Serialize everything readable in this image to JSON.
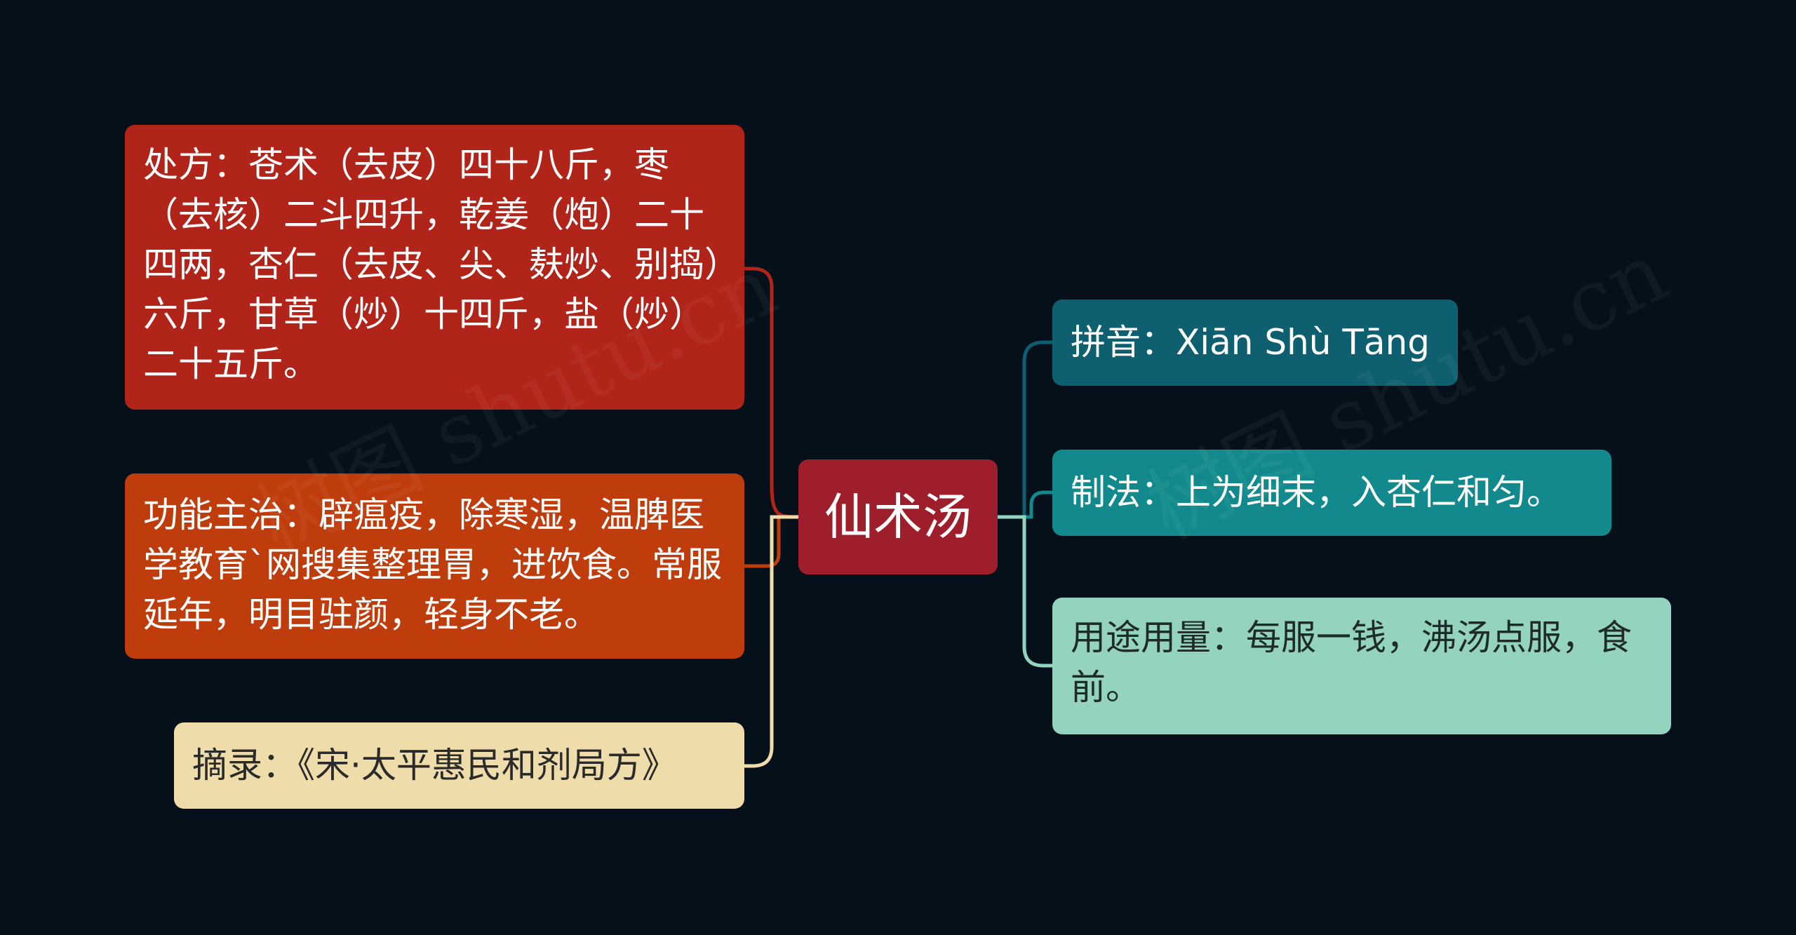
{
  "center": {
    "label": "仙术汤"
  },
  "left_nodes": [
    {
      "id": "recipe",
      "text": "处方：苍术（去皮）四十八斤，枣（去核）二斗四升，乾姜（炮）二十四两，杏仁（去皮、尖、麸炒、别捣）六斤，甘草（炒）十四斤，盐（炒）二十五斤。",
      "color": "#b12419"
    },
    {
      "id": "function",
      "text": "功能主治：辟瘟疫，除寒湿，温脾医学教育`网搜集整理胃，进饮食。常服延年，明目驻颜，轻身不老。",
      "color": "#bf3d0d"
    },
    {
      "id": "source",
      "text": "摘录：《宋·太平惠民和剂局方》",
      "color": "#efdcab"
    }
  ],
  "right_nodes": [
    {
      "id": "pinyin",
      "text": "拼音：Xiān Shù Tāng",
      "color": "#0e5f6f"
    },
    {
      "id": "method",
      "text": "制法：上为细末，入杏仁和匀。",
      "color": "#128a8d"
    },
    {
      "id": "usage",
      "text": "用途用量：每服一钱，沸汤点服，食前。",
      "color": "#94d3be"
    }
  ],
  "watermark": {
    "text": "树图 shutu.cn"
  },
  "colors": {
    "background": "#05101a",
    "center": "#9e1f2b",
    "link_recipe": "#b12419",
    "link_function": "#bf3d0d",
    "link_source": "#efdcab",
    "link_pinyin": "#0e5f6f",
    "link_method": "#128a8d",
    "link_usage": "#94d3be"
  }
}
